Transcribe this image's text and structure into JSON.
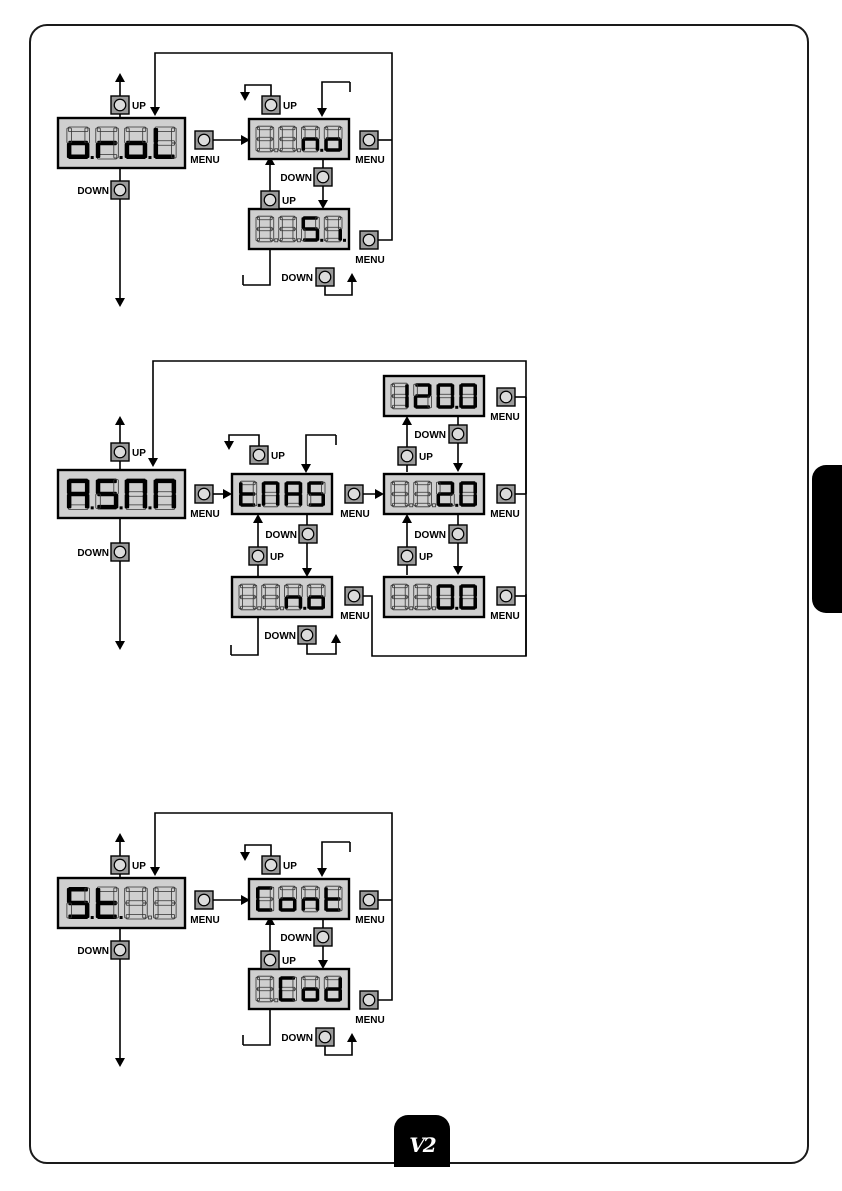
{
  "labels": {
    "up": "UP",
    "down": "DOWN",
    "menu": "MENU"
  },
  "logo": {
    "text": "V2"
  },
  "colors": {
    "display": "#cfcfcf",
    "button": "#9a9a9a",
    "ink": "#000000"
  },
  "icons": {
    "button": "push-button-icon",
    "arrow": "arrow-head-icon"
  },
  "diagrams": [
    {
      "id": "orol",
      "displays": [
        {
          "id": "orol-main",
          "text": "orol",
          "lit": [
            1,
            1,
            1,
            1
          ],
          "dots": [
            1,
            1,
            1,
            0
          ]
        },
        {
          "id": "orol-no",
          "text": "88no",
          "lit": [
            0,
            0,
            1,
            1
          ],
          "dots": [
            1,
            1,
            1,
            0
          ]
        },
        {
          "id": "orol-si",
          "text": "88Si",
          "lit": [
            0,
            0,
            1,
            1
          ],
          "dots": [
            1,
            1,
            1,
            1
          ]
        }
      ]
    },
    {
      "id": "asm",
      "displays": [
        {
          "id": "asm-main",
          "text": "ASMM",
          "lit": [
            1,
            1,
            1,
            1
          ],
          "dots": [
            1,
            1,
            1,
            0
          ]
        },
        {
          "id": "asm-tmas",
          "text": "tMAS",
          "lit": [
            1,
            1,
            1,
            1
          ],
          "dots": [
            1,
            0,
            0,
            0
          ]
        },
        {
          "id": "asm-no",
          "text": "88no",
          "lit": [
            0,
            0,
            1,
            1
          ],
          "dots": [
            1,
            1,
            1,
            0
          ]
        },
        {
          "id": "asm-120",
          "text": "1200",
          "lit": [
            1,
            1,
            1,
            1
          ],
          "dots": [
            0,
            0,
            1,
            0
          ]
        },
        {
          "id": "asm-20",
          "text": "8820",
          "lit": [
            0,
            0,
            1,
            1
          ],
          "dots": [
            1,
            1,
            1,
            0
          ]
        },
        {
          "id": "asm-00",
          "text": "8800",
          "lit": [
            0,
            0,
            1,
            1
          ],
          "dots": [
            1,
            1,
            1,
            0
          ]
        }
      ]
    },
    {
      "id": "st",
      "displays": [
        {
          "id": "st-main",
          "text": "St88",
          "lit": [
            1,
            1,
            0,
            0
          ],
          "dots": [
            1,
            1,
            1,
            0
          ]
        },
        {
          "id": "st-cont",
          "text": "Cont",
          "lit": [
            1,
            1,
            1,
            1
          ],
          "dots": [
            0,
            0,
            0,
            0
          ]
        },
        {
          "id": "st-cod",
          "text": "8Cod",
          "lit": [
            0,
            1,
            1,
            1
          ],
          "dots": [
            1,
            0,
            0,
            0
          ]
        }
      ]
    }
  ]
}
